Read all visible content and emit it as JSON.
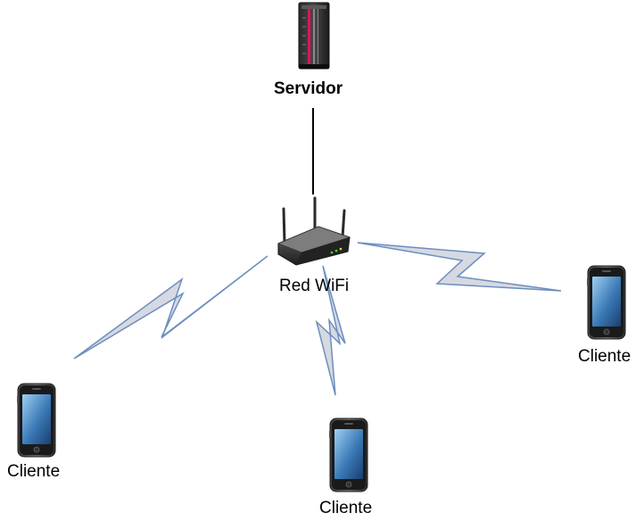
{
  "nodes": {
    "server": {
      "label": "Servidor",
      "icon": "server-rack-icon"
    },
    "router": {
      "label": "Red WiFi",
      "icon": "wifi-router-icon"
    },
    "client_left": {
      "label": "Cliente",
      "icon": "smartphone-icon"
    },
    "client_bottom": {
      "label": "Cliente",
      "icon": "smartphone-icon"
    },
    "client_right": {
      "label": "Cliente",
      "icon": "smartphone-icon"
    }
  },
  "colors": {
    "wireless_fill": "#d6d9e2",
    "wireless_stroke": "#6c8ebf",
    "wired_link": "#000000",
    "rack_accent": "#e0115f"
  }
}
